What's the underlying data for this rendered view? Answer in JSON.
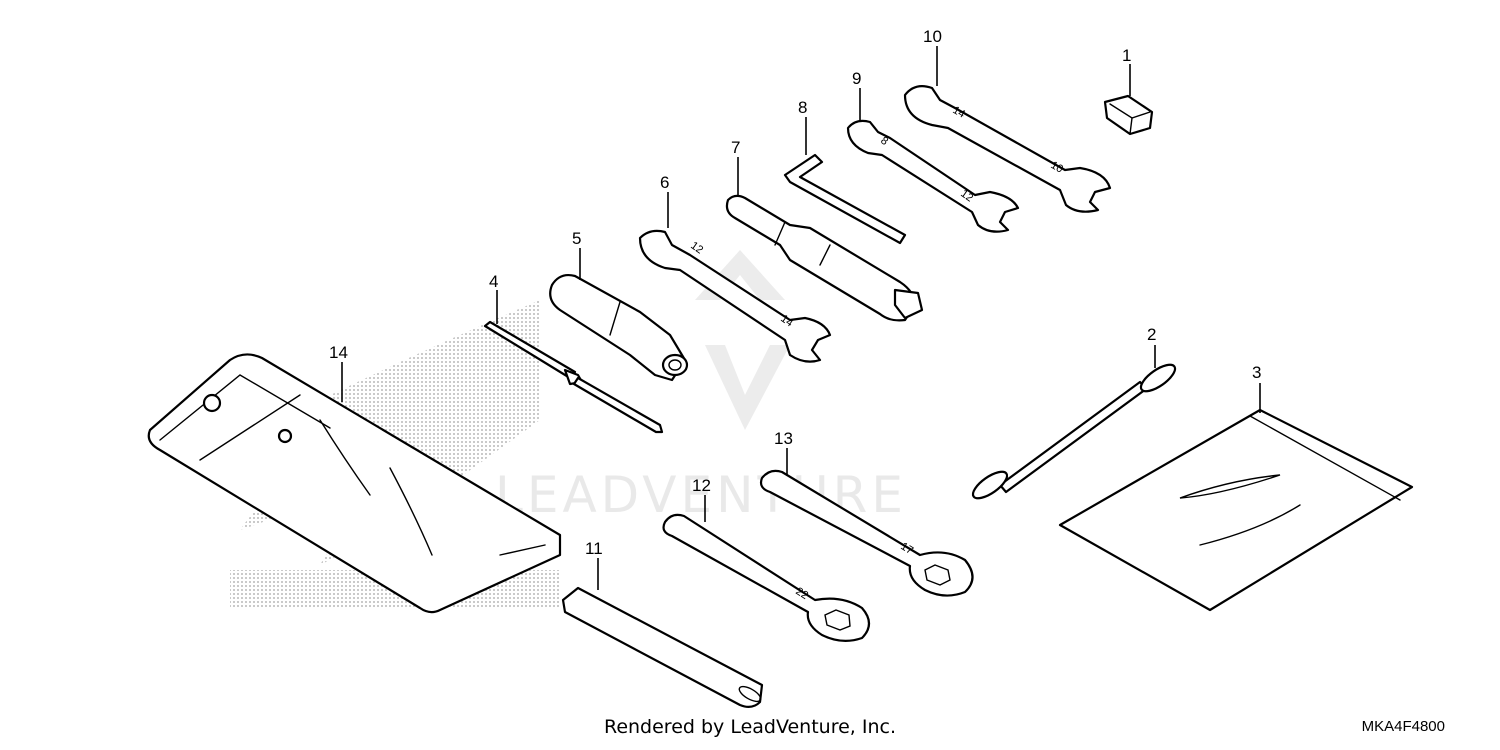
{
  "watermark": {
    "text": "LEADVENTURE",
    "color": "#e9e9e9"
  },
  "background_logo": "honda-wing-logo-dotted",
  "parts": [
    {
      "number": "1",
      "icon": "fuse-clip-icon"
    },
    {
      "number": "2",
      "icon": "helmet-cable-icon"
    },
    {
      "number": "3",
      "icon": "owners-manual-bag-icon"
    },
    {
      "number": "4",
      "icon": "screwdriver-icon"
    },
    {
      "number": "5",
      "icon": "screwdriver-handle-icon"
    },
    {
      "number": "6",
      "icon": "open-end-wrench-12x14-icon"
    },
    {
      "number": "7",
      "icon": "spark-plug-wrench-icon"
    },
    {
      "number": "8",
      "icon": "hex-key-icon"
    },
    {
      "number": "9",
      "icon": "open-end-wrench-8x12-icon"
    },
    {
      "number": "10",
      "icon": "open-end-wrench-10x14-icon"
    },
    {
      "number": "11",
      "icon": "extension-bar-icon"
    },
    {
      "number": "12",
      "icon": "box-wrench-22-icon"
    },
    {
      "number": "13",
      "icon": "box-wrench-17-icon"
    },
    {
      "number": "14",
      "icon": "tool-bag-icon"
    }
  ],
  "wrench_sizes": {
    "w6_a": "12",
    "w6_b": "14",
    "w9_a": "8",
    "w9_b": "12",
    "w10_a": "14",
    "w10_b": "10",
    "w12": "22",
    "w13": "17"
  },
  "footer": {
    "credit": "Rendered by LeadVenture, Inc.",
    "diagram_code": "MKA4F4800"
  }
}
